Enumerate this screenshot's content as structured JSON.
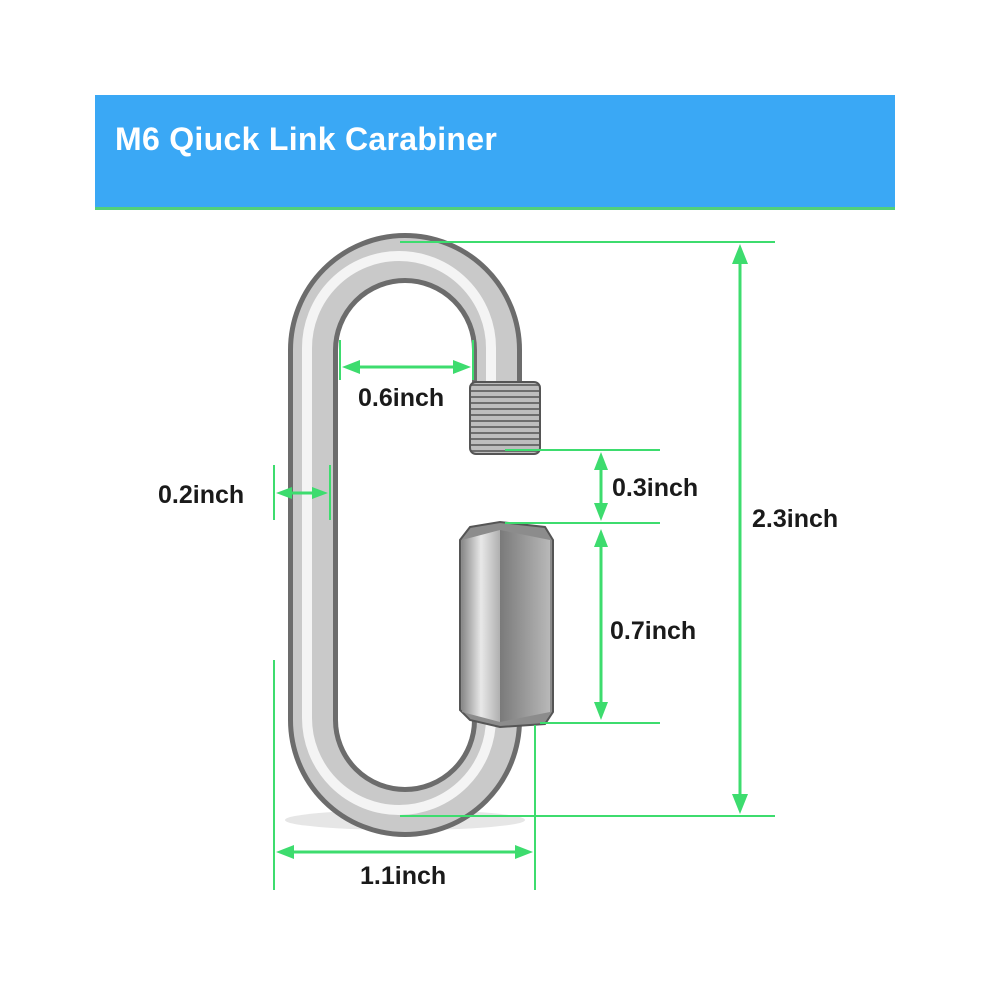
{
  "banner": {
    "title": "M6 Qiuck Link Carabiner",
    "color": "#3aa8f5",
    "underline_color": "#52d07a"
  },
  "dimension_color": "#3ddc6e",
  "dimensions": {
    "opening_width": "0.6inch",
    "wire_diameter": "0.2inch",
    "gap": "0.3inch",
    "nut_length": "0.7inch",
    "total_height": "2.3inch",
    "total_width": "1.1inch"
  }
}
